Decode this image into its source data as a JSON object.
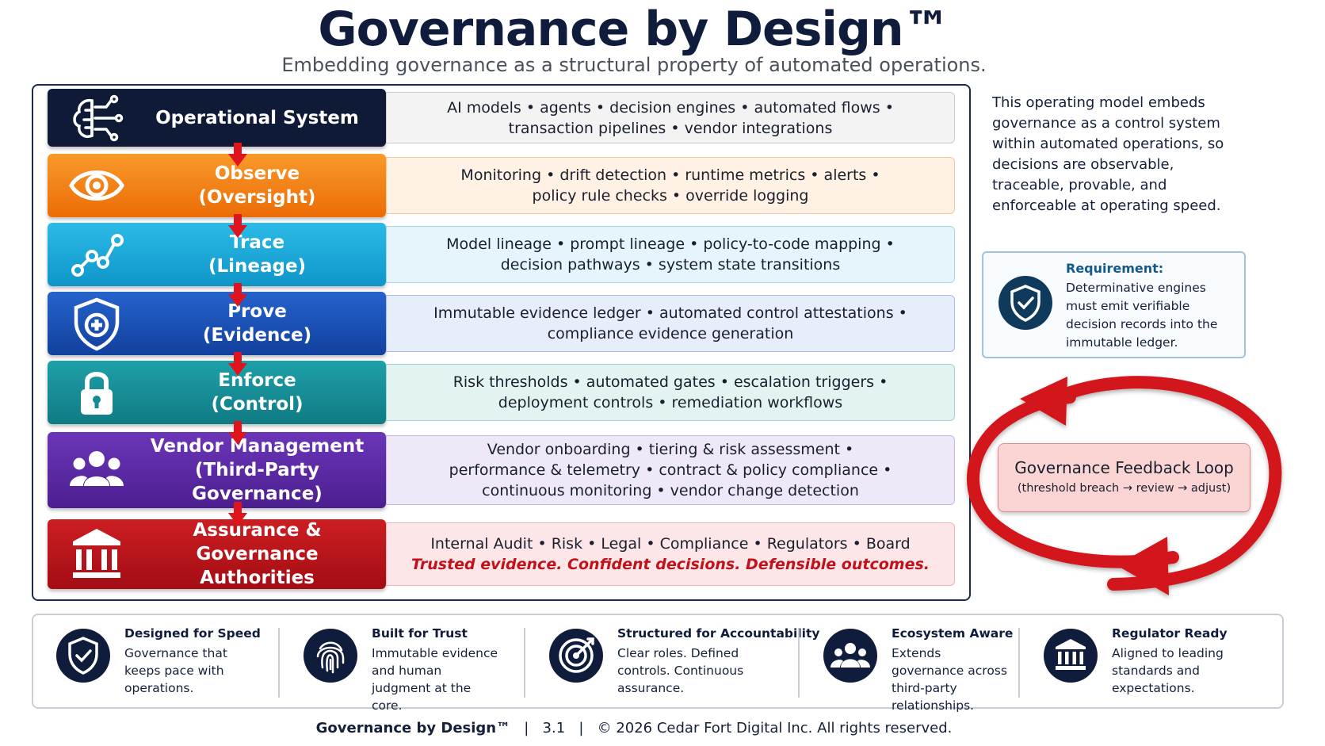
{
  "title": "Governance by Design™",
  "subtitle": "Embedding governance as a structural property of automated operations.",
  "layers": [
    {
      "label": "Operational System",
      "icon": "ai-network-icon",
      "color": "#0f1a36",
      "lines": [
        "AI models  •  agents  •  decision engines  •  automated flows  •",
        "transaction pipelines  •  vendor integrations"
      ]
    },
    {
      "label": "Observe\n(Oversight)",
      "icon": "eye-icon",
      "color": "#f07d10",
      "lines": [
        "Monitoring  •  drift detection  •  runtime metrics  •  alerts  •",
        "policy rule checks  •  override logging"
      ]
    },
    {
      "label": "Trace\n(Lineage)",
      "icon": "lineage-icon",
      "color": "#17a6d8",
      "lines": [
        "Model lineage  •  prompt lineage  •  policy-to-code mapping  •",
        "decision pathways  •  system state transitions"
      ]
    },
    {
      "label": "Prove\n(Evidence)",
      "icon": "shield-icon",
      "color": "#1a4fb8",
      "lines": [
        "Immutable evidence ledger  •  automated control attestations  •",
        "compliance evidence generation"
      ]
    },
    {
      "label": "Enforce\n(Control)",
      "icon": "lock-icon",
      "color": "#148a94",
      "lines": [
        "Risk thresholds  •  automated gates  •  escalation triggers  •",
        "deployment controls  •  remediation workflows"
      ]
    },
    {
      "label": "Vendor Management\n(Third-Party Governance)",
      "icon": "people-icon",
      "color": "#5d2aa6",
      "lines": [
        "Vendor onboarding  •  tiering & risk assessment  •",
        "performance & telemetry  •  contract & policy compliance  •",
        "continuous monitoring  •  vendor change detection"
      ]
    },
    {
      "label": "Assurance & Governance\nAuthorities",
      "icon": "institution-icon",
      "color": "#b5121b",
      "lines": [
        "Internal Audit  •  Risk  •  Legal  •  Compliance  •  Regulators  •  Board"
      ],
      "tagline": "Trusted evidence. Confident decisions. Defensible outcomes."
    }
  ],
  "side_text": "This operating model embeds governance as a control system within automated operations, so decisions are observable, traceable, provable, and enforceable at operating speed.",
  "requirement": {
    "title": "Requirement:",
    "text": "Determinative engines must emit verifiable decision records into the immutable ledger."
  },
  "feedback_loop": {
    "title": "Governance Feedback Loop",
    "subtitle": "(threshold breach → review → adjust)"
  },
  "features": [
    {
      "title": "Designed for Speed",
      "desc": "Governance that keeps pace with operations.",
      "icon": "shield-check-icon"
    },
    {
      "title": "Built for Trust",
      "desc": "Immutable evidence and human judgment at the core.",
      "icon": "fingerprint-icon"
    },
    {
      "title": "Structured for Accountability",
      "desc": "Clear roles. Defined controls. Continuous assurance.",
      "icon": "target-icon"
    },
    {
      "title": "Ecosystem Aware",
      "desc": "Extends governance across third-party relationships.",
      "icon": "group-icon"
    },
    {
      "title": "Regulator Ready",
      "desc": "Aligned to leading standards and expectations.",
      "icon": "bank-icon"
    }
  ],
  "footer": {
    "brand": "Governance by Design™",
    "sep1": "|",
    "version": "3.1",
    "sep2": "|",
    "copyright": "© 2026 Cedar Fort Digital Inc.  All rights reserved."
  }
}
